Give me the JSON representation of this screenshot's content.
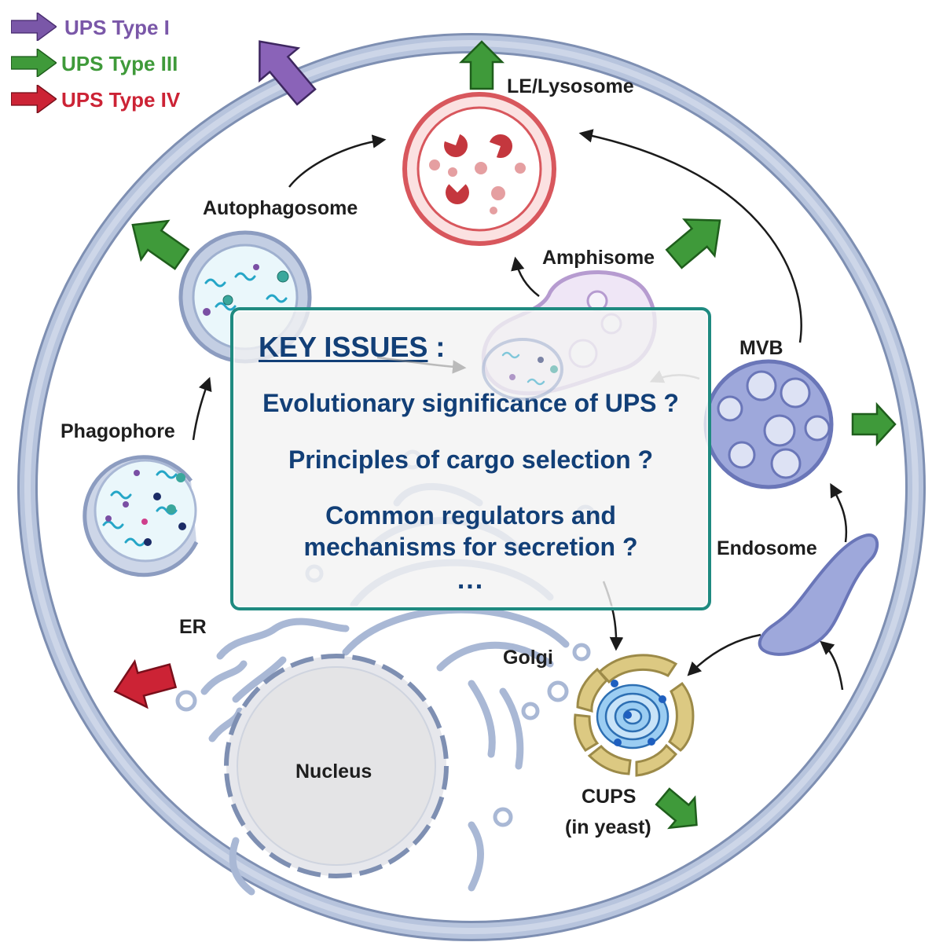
{
  "legend": [
    {
      "label": "UPS Type I",
      "color": "#7a57a8"
    },
    {
      "label": "UPS Type III",
      "color": "#3f9a3a"
    },
    {
      "label": "UPS Type IV",
      "color": "#cc2335"
    }
  ],
  "labels": {
    "lysosome": "LE/Lysosome",
    "autophagosome": "Autophagosome",
    "amphisome": "Amphisome",
    "mvb": "MVB",
    "phagophore": "Phagophore",
    "endosome": "Endosome",
    "er": "ER",
    "golgi": "Golgi",
    "nucleus": "Nucleus",
    "cups_line1": "CUPS",
    "cups_line2": "(in yeast)"
  },
  "key_issues": {
    "title": "KEY ISSUES",
    "title_suffix": " :",
    "questions": [
      "Evolutionary significance of UPS ?",
      "Principles of cargo selection ?",
      "Common regulators and mechanisms for secretion ?"
    ],
    "question_lines": {
      "q3_line1": "Common regulators and",
      "q3_line2": "mechanisms for secretion ?"
    },
    "ellipsis": "..."
  },
  "colors": {
    "membrane": "#a9b8d5",
    "membrane_edge": "#7e8fb2",
    "key_border": "#1f8a80",
    "key_text": "#123f77",
    "lysosome": "#d8575d",
    "mvb": "#9ea8db",
    "cups_yellow": "#dcc982",
    "cups_blue": "#4d97dd"
  }
}
